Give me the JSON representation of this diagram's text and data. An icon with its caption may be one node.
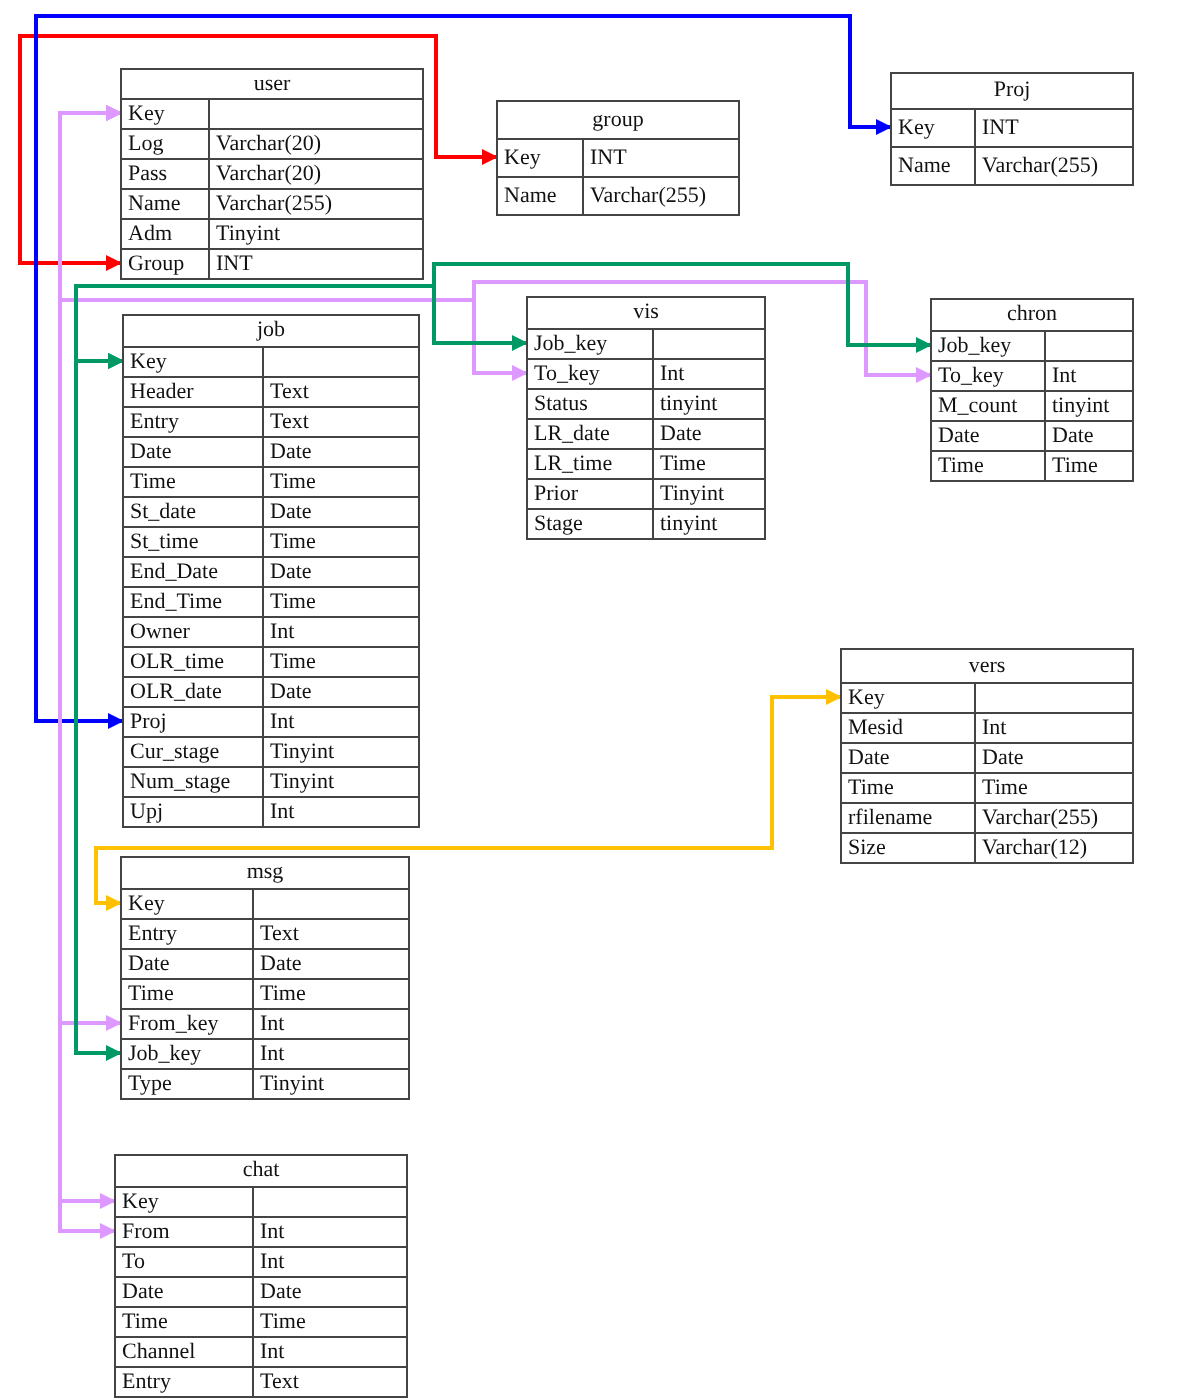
{
  "diagram": {
    "nodes": [
      {
        "text": [
          "user"
        ]
      },
      {
        "text": [
          "Key"
        ],
        "in": 0
      },
      {
        "text": [
          "Log",
          "Varchar(20)"
        ],
        "in": 0
      },
      {
        "text": [
          "Pass",
          "Varchar(20)"
        ],
        "in": 0
      },
      {
        "text": [
          "Name",
          "Varchar(255)"
        ],
        "in": 0
      },
      {
        "text": [
          "Adm",
          "Tinyint"
        ],
        "in": 0
      },
      {
        "text": [
          "Group",
          "INT"
        ],
        "in": 0
      },
      {
        "text": [
          "group"
        ]
      },
      {
        "text": [
          "Key",
          "INT"
        ],
        "in": 7
      },
      {
        "text": [
          "Name",
          "Varchar(255)"
        ],
        "in": 7
      },
      {
        "text": [
          "Proj"
        ]
      },
      {
        "text": [
          "Key",
          "INT"
        ],
        "in": 10
      },
      {
        "text": [
          "Name",
          "Varchar(255)"
        ],
        "in": 10
      },
      {
        "text": [
          "job"
        ]
      },
      {
        "text": [
          "Key"
        ],
        "in": 13
      },
      {
        "text": [
          "Header",
          "Text"
        ],
        "in": 13
      },
      {
        "text": [
          "Entry",
          "Text"
        ],
        "in": 13
      },
      {
        "text": [
          "Date",
          "Date"
        ],
        "in": 13
      },
      {
        "text": [
          "Time",
          "Time"
        ],
        "in": 13
      },
      {
        "text": [
          "St_date",
          "Date"
        ],
        "in": 13
      },
      {
        "text": [
          "St_time",
          "Time"
        ],
        "in": 13
      },
      {
        "text": [
          "End_Date",
          "Date"
        ],
        "in": 13
      },
      {
        "text": [
          "End_Time",
          "Time"
        ],
        "in": 13
      },
      {
        "text": [
          "Owner",
          "Int"
        ],
        "in": 13
      },
      {
        "text": [
          "OLR_time",
          "Time"
        ],
        "in": 13
      },
      {
        "text": [
          "OLR_date",
          "Date"
        ],
        "in": 13
      },
      {
        "text": [
          "Proj",
          "Int"
        ],
        "in": 13
      },
      {
        "text": [
          "Cur_stage",
          "Tinyint"
        ],
        "in": 13
      },
      {
        "text": [
          "Num_stage",
          "Tinyint"
        ],
        "in": 13
      },
      {
        "text": [
          "Upj",
          "Int"
        ],
        "in": 13
      },
      {
        "text": [
          "vis"
        ]
      },
      {
        "text": [
          "Job_key"
        ],
        "in": 30
      },
      {
        "text": [
          "To_key",
          "Int"
        ],
        "in": 30
      },
      {
        "text": [
          "Status",
          "tinyint"
        ],
        "in": 30
      },
      {
        "text": [
          "LR_date",
          "Date"
        ],
        "in": 30
      },
      {
        "text": [
          "LR_time",
          "Time"
        ],
        "in": 30
      },
      {
        "text": [
          "Prior",
          "Tinyint"
        ],
        "in": 30
      },
      {
        "text": [
          "Stage",
          "tinyint"
        ],
        "in": 30
      },
      {
        "text": [
          "chron"
        ]
      },
      {
        "text": [
          "Job_key"
        ],
        "in": 38
      },
      {
        "text": [
          "To_key",
          "Int"
        ],
        "in": 38
      },
      {
        "text": [
          "M_count",
          "tinyint"
        ],
        "in": 38
      },
      {
        "text": [
          "Date",
          "Date"
        ],
        "in": 38
      },
      {
        "text": [
          "Time",
          "Time"
        ],
        "in": 38
      },
      {
        "text": [
          "vers"
        ]
      },
      {
        "text": [
          "Key"
        ],
        "in": 44
      },
      {
        "text": [
          "Mesid",
          "Int"
        ],
        "in": 44
      },
      {
        "text": [
          "Date",
          "Date"
        ],
        "in": 44
      },
      {
        "text": [
          "Time",
          "Time"
        ],
        "in": 44
      },
      {
        "text": [
          "rfilename",
          "Varchar(255)"
        ],
        "in": 44
      },
      {
        "text": [
          "Size",
          "Varchar(12)"
        ],
        "in": 44
      },
      {
        "text": [
          "msg"
        ]
      },
      {
        "text": [
          "Key"
        ],
        "in": 51
      },
      {
        "text": [
          "Entry",
          "Text"
        ],
        "in": 51
      },
      {
        "text": [
          "Date",
          "Date"
        ],
        "in": 51
      },
      {
        "text": [
          "Time",
          "Time"
        ],
        "in": 51
      },
      {
        "text": [
          "From_key",
          "Int"
        ],
        "in": 51
      },
      {
        "text": [
          "Job_key",
          "Int"
        ],
        "in": 51
      },
      {
        "text": [
          "Type",
          "Tinyint"
        ],
        "in": 51
      },
      {
        "text": [
          "chat"
        ]
      },
      {
        "text": [
          "Key"
        ],
        "in": 59
      },
      {
        "text": [
          "From",
          "Int"
        ],
        "in": 59
      },
      {
        "text": [
          "To",
          "Int"
        ],
        "in": 59
      },
      {
        "text": [
          "Date",
          "Date"
        ],
        "in": 59
      },
      {
        "text": [
          "Time",
          "Time"
        ],
        "in": 59
      },
      {
        "text": [
          "Channel",
          "Int"
        ],
        "in": 59
      },
      {
        "text": [
          "Entry",
          "Text"
        ],
        "in": 59
      }
    ],
    "edges": [
      {
        "from": 6,
        "to": 8,
        "arrow": "both",
        "color": "#ff0000"
      },
      {
        "from": 26,
        "to": 11,
        "arrow": "both",
        "color": "#0000ff"
      },
      {
        "from": 1,
        "to": 32,
        "arrow": "both",
        "color": "#dd99ff"
      },
      {
        "from": 1,
        "to": 40,
        "arrow": "both",
        "color": "#dd99ff"
      },
      {
        "from": 1,
        "to": 56,
        "arrow": "both",
        "color": "#dd99ff"
      },
      {
        "from": 1,
        "to": 60,
        "arrow": "both",
        "color": "#dd99ff"
      },
      {
        "from": 1,
        "to": 61,
        "arrow": "both",
        "color": "#dd99ff"
      },
      {
        "from": 14,
        "to": 31,
        "arrow": "both",
        "color": "#009966"
      },
      {
        "from": 14,
        "to": 39,
        "arrow": "both",
        "color": "#009966"
      },
      {
        "from": 14,
        "to": 57,
        "arrow": "both",
        "color": "#009966"
      },
      {
        "from": 52,
        "to": 45,
        "arrow": "both",
        "color": "#ffc000"
      }
    ]
  }
}
